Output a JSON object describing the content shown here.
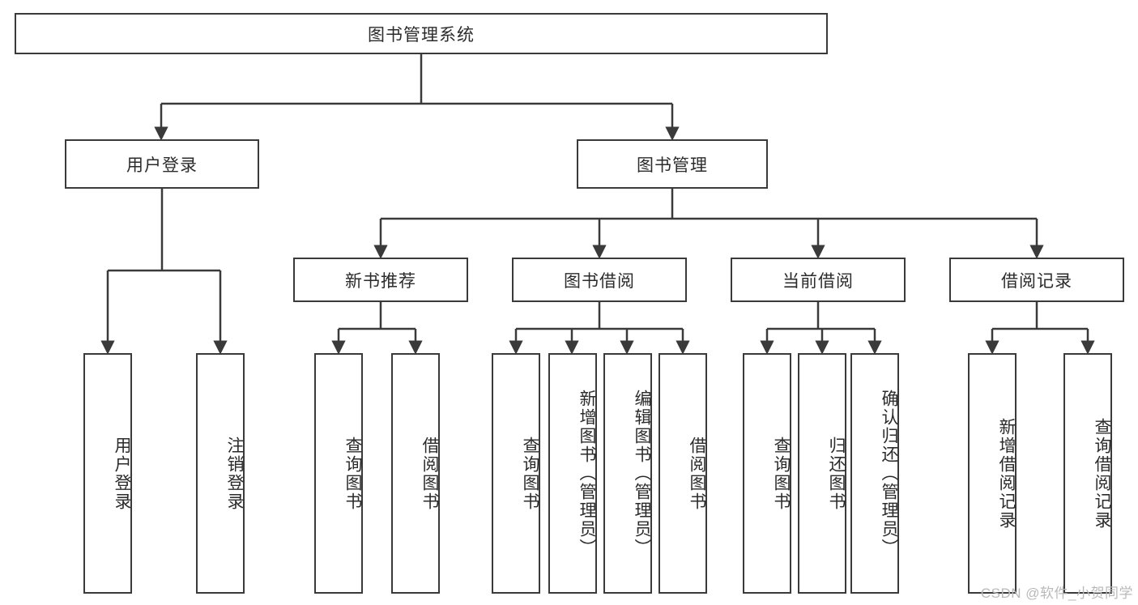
{
  "diagram": {
    "title": "图书管理系统",
    "type": "hierarchy-tree",
    "watermark": "CSDN @软件_小贺同学",
    "colors": {
      "stroke": "#3a3a3a",
      "fill": "#ffffff",
      "text": "#2b2b2b",
      "watermark": "#b9b9b9"
    },
    "levels": {
      "root": {
        "label": "图书管理系统"
      },
      "level2": [
        {
          "label": "用户登录"
        },
        {
          "label": "图书管理"
        }
      ],
      "level3": [
        {
          "label": "新书推荐"
        },
        {
          "label": "图书借阅"
        },
        {
          "label": "当前借阅"
        },
        {
          "label": "借阅记录"
        }
      ],
      "leaves": {
        "user_login": [
          {
            "label": "用户登录"
          },
          {
            "label": "注销登录"
          }
        ],
        "new_book_recommend": [
          {
            "label": "查询图书"
          },
          {
            "label": "借阅图书"
          }
        ],
        "book_borrow": [
          {
            "label": "查询图书"
          },
          {
            "label": "新增图书（管理员）"
          },
          {
            "label": "编辑图书（管理员）"
          },
          {
            "label": "借阅图书"
          }
        ],
        "current_borrow": [
          {
            "label": "查询图书"
          },
          {
            "label": "归还图书"
          },
          {
            "label": "确认归还（管理员）"
          }
        ],
        "borrow_record": [
          {
            "label": "新增借阅记录"
          },
          {
            "label": "查询借阅记录"
          }
        ]
      }
    }
  }
}
